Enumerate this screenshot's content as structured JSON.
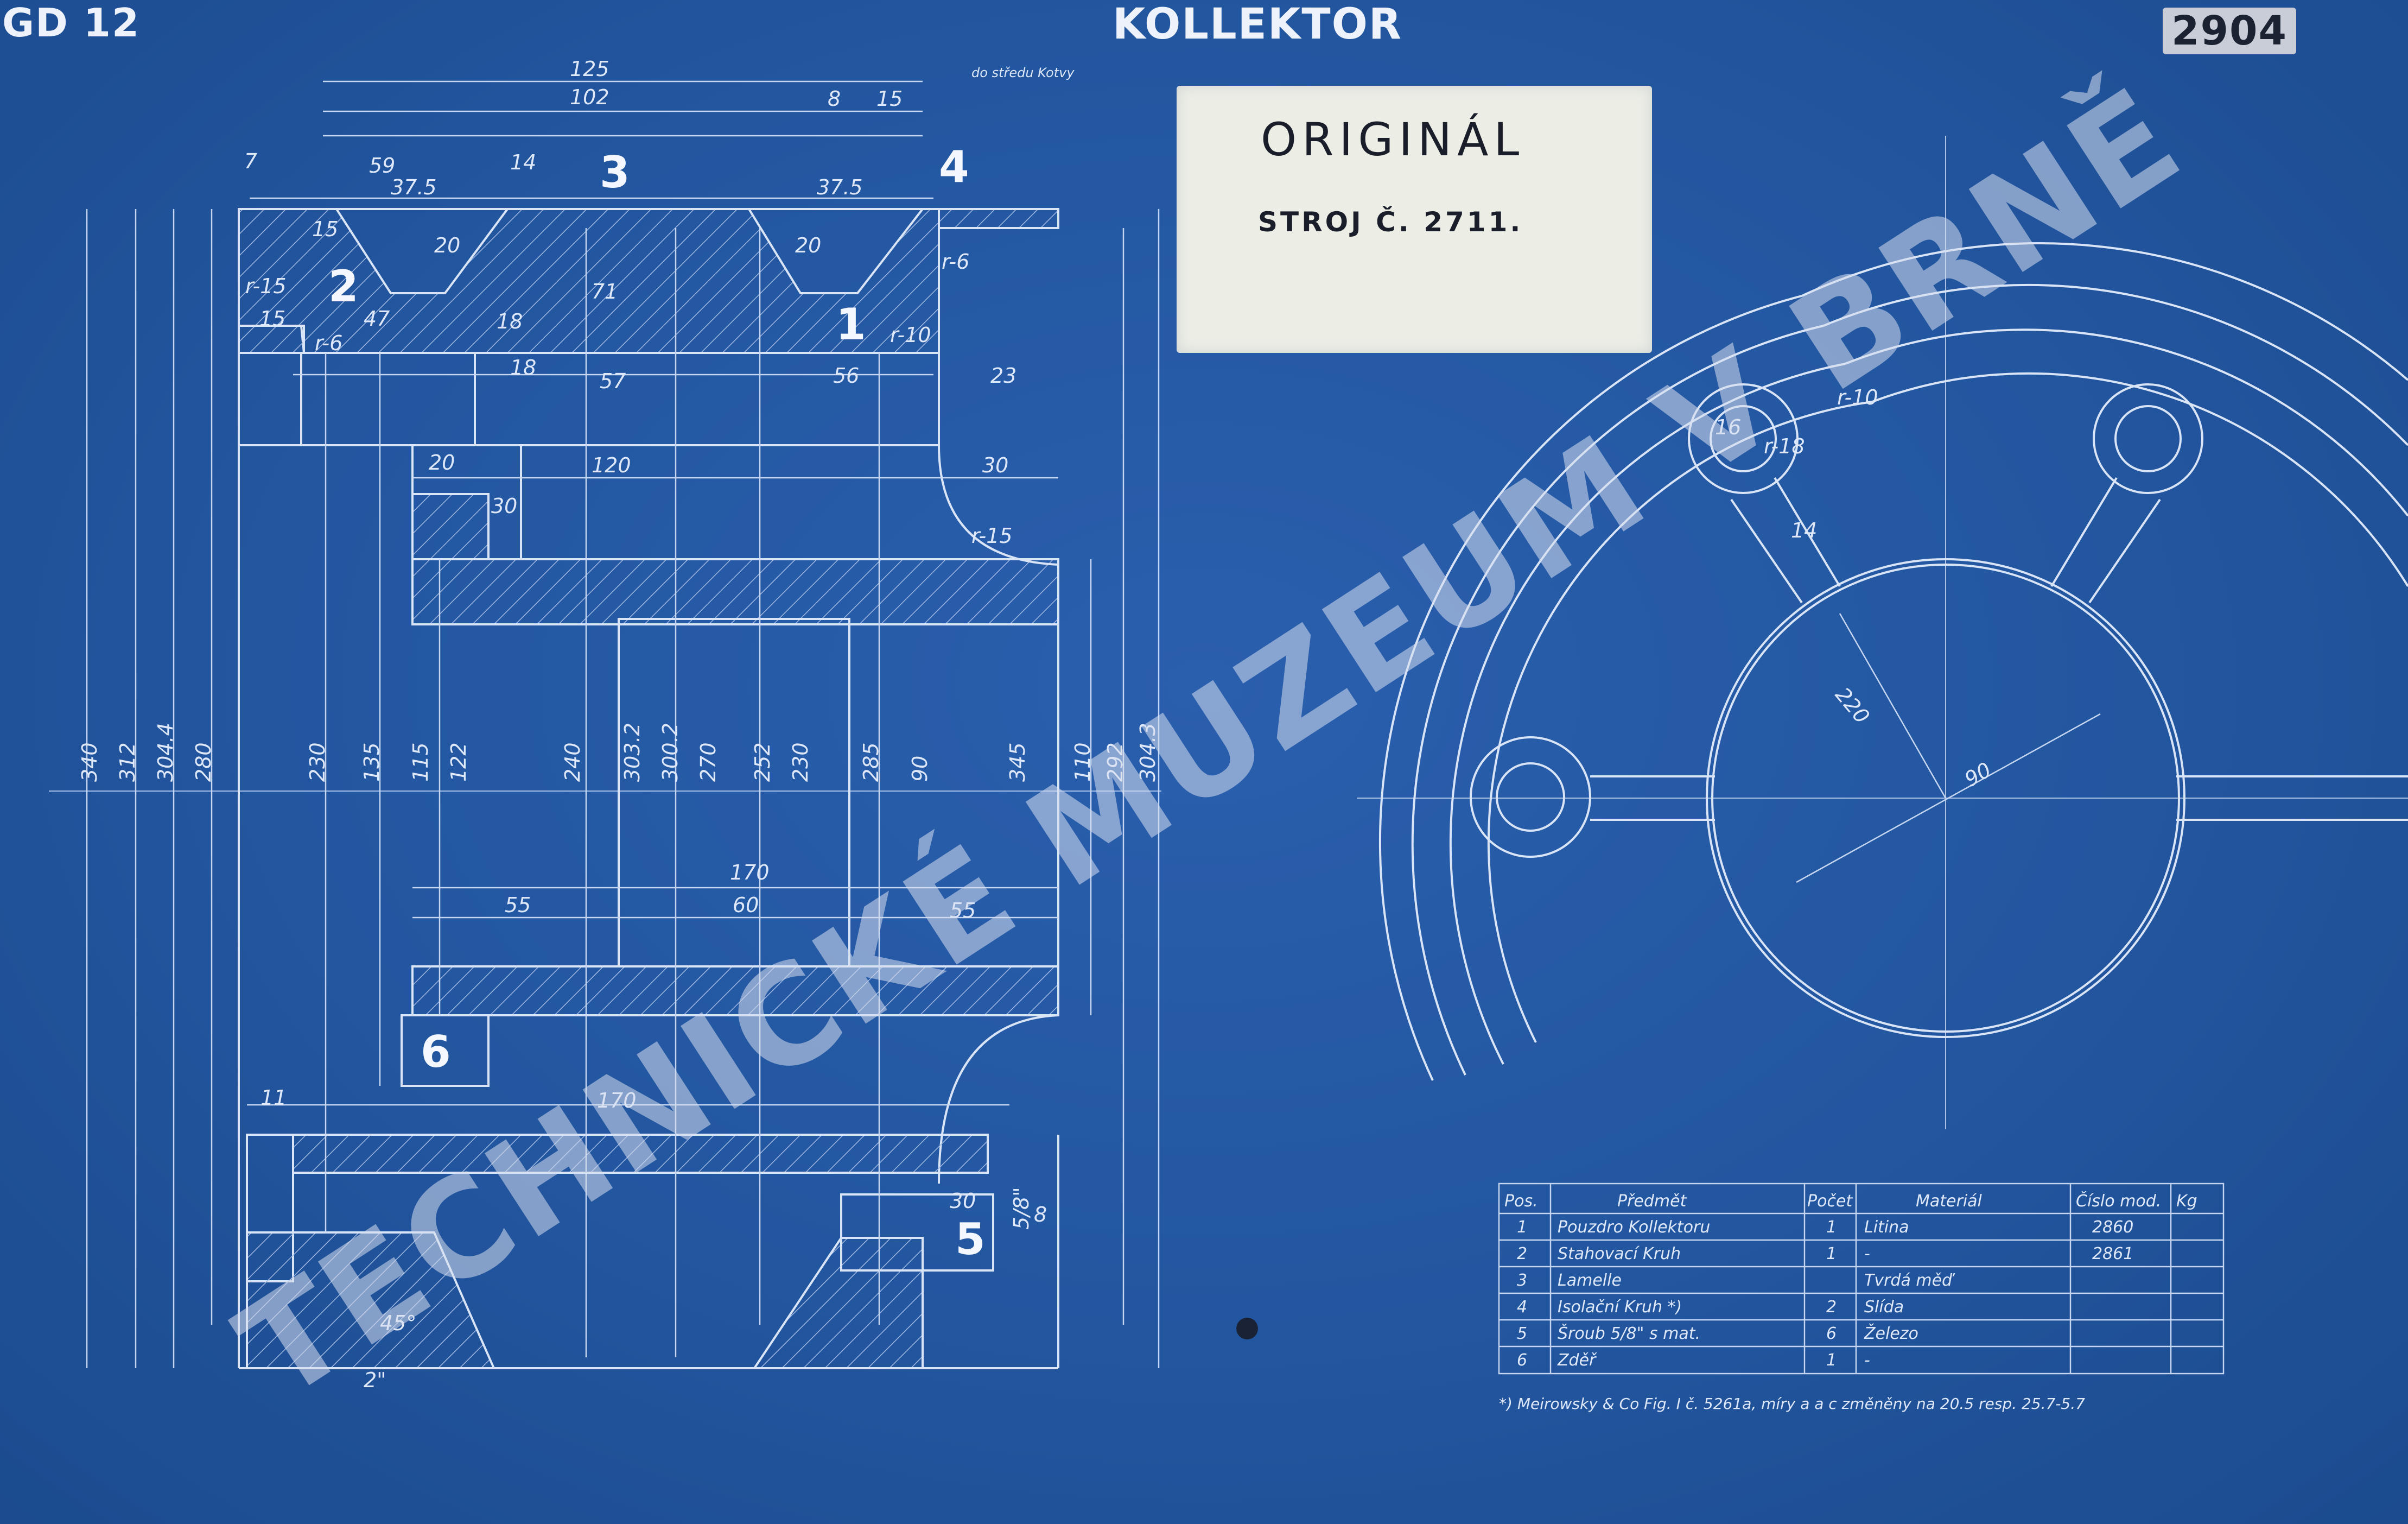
{
  "header": {
    "sheet_code": "GD 12",
    "title": "KOLLEKTOR",
    "sheet_number": "2904"
  },
  "stamp": {
    "title": "ORIGINÁL",
    "subtitle": "STROJ Č. 2711."
  },
  "watermark": "TECHNICKÉ MUZEUM V BRNĚ",
  "drawing": {
    "part_numbers": [
      "1",
      "2",
      "3",
      "4",
      "5",
      "6"
    ],
    "dimensions_top": [
      "125",
      "102",
      "8",
      "15",
      "59",
      "14",
      "37.5",
      "37.5",
      "7",
      "20",
      "20",
      "71",
      "47",
      "18",
      "18",
      "57",
      "56",
      "23",
      "20",
      "120",
      "30",
      "30",
      "15",
      "15",
      "r-15",
      "r-6",
      "r-6",
      "r-10",
      "r-15"
    ],
    "note_top": "do středu Kotvy",
    "dimensions_vertical": [
      "340",
      "312",
      "304.4",
      "280",
      "230",
      "135",
      "115",
      "122",
      "240",
      "303.2",
      "300.2",
      "270",
      "252",
      "230",
      "285",
      "90",
      "345",
      "110",
      "292",
      "304.3"
    ],
    "dimensions_mid": [
      "170",
      "60",
      "55",
      "55"
    ],
    "dimensions_bottom": [
      "11",
      "170",
      "30",
      "5/8\"",
      "8",
      "45°",
      "2\""
    ],
    "section_view_dims": [
      "r-10",
      "r-18",
      "16",
      "14",
      "220",
      "90"
    ]
  },
  "parts_table": {
    "headers": [
      "Pos.",
      "Předmět",
      "Počet",
      "Materiál",
      "Číslo mod.",
      "Kg"
    ],
    "rows": [
      [
        "1",
        "Pouzdro Kollektoru",
        "1",
        "Litina",
        "2860",
        ""
      ],
      [
        "2",
        "Stahovací Kruh",
        "1",
        "-",
        "2861",
        ""
      ],
      [
        "3",
        "Lamelle",
        "",
        "Tvrdá měď",
        "",
        ""
      ],
      [
        "4",
        "Isolační Kruh *)",
        "2",
        "Slída",
        "",
        ""
      ],
      [
        "5",
        "Šroub 5/8\" s mat.",
        "6",
        "Železo",
        "",
        ""
      ],
      [
        "6",
        "Zděř",
        "1",
        "-",
        "",
        ""
      ]
    ],
    "footnote": "*) Meirowsky & Co Fig. I č. 5261a, míry a a c změněny na 20.5 resp. 25.7-5.7"
  },
  "colors": {
    "paper": "#22559f",
    "line": "#d9e4f7",
    "stamp": "#eceee6"
  }
}
